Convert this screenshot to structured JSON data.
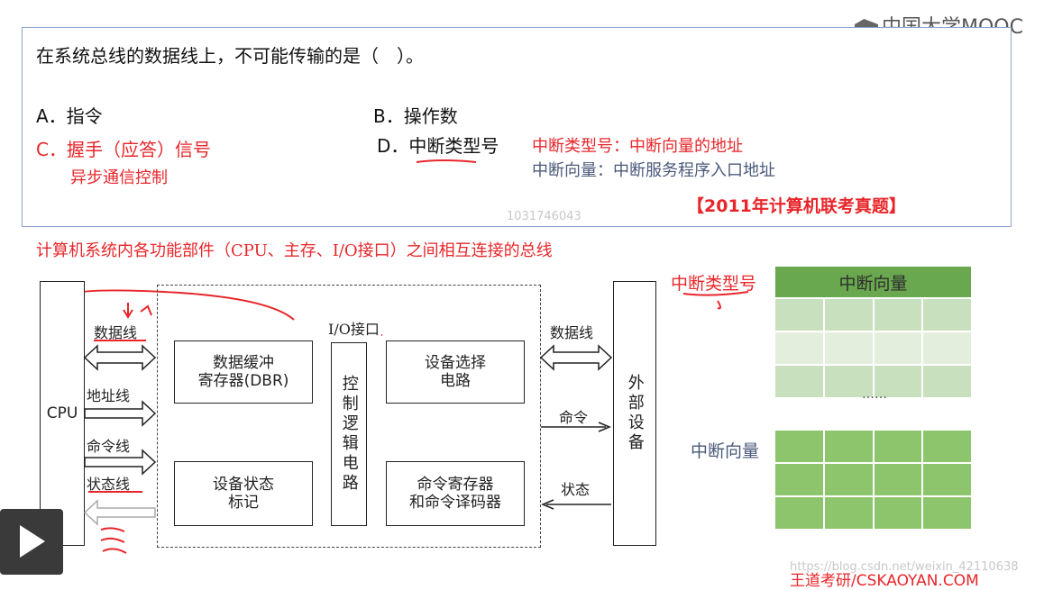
{
  "logo": {
    "text": "中国大学MOOC"
  },
  "question": {
    "stem": "在系统总线的数据线上，不可能传输的是（　）。",
    "option_a": "A．指令",
    "option_b": "B．操作数",
    "option_c": "C．握手（应答）信号",
    "option_d": "D．中断类型号",
    "note_c": "异步通信控制",
    "note_d1": "中断类型号：中断向量的地址",
    "note_d2": "中断向量：中断服务程序入口地址",
    "source": "【2011年计算机联考真题】"
  },
  "watermark_center": "1031746043",
  "diagram": {
    "caption": "计算机系统内各功能部件（CPU、主存、I/O接口）之间相互连接的总线",
    "cpu": "CPU",
    "io_label": "I/O接口",
    "dbr": "数据缓冲\n寄存器(DBR)",
    "status_flag": "设备状态\n标记",
    "control_logic": "控制逻辑电路",
    "device_select": "设备选择\n电路",
    "cmd_reg": "命令寄存器\n和命令译码器",
    "external": "外部设备",
    "data_line_left": "数据线",
    "addr_line": "地址线",
    "cmd_line": "命令线",
    "status_line": "状态线",
    "data_line_right": "数据线",
    "cmd_right": "命令",
    "status_right": "状态"
  },
  "tables": {
    "type_label": "中断类型号",
    "top_header": "中断向量",
    "ellipsis": "……",
    "bottom_label": "中断向量"
  },
  "footer": {
    "csdn": "https://blog.csdn.net/weixin_42110638",
    "brand": "王道考研/CSKAOYAN.COM"
  },
  "colors": {
    "accent_red": "#e8262a",
    "table_green_dark": "#6aa84f",
    "table_green_mid": "#8cc56c",
    "table_green_light": "#d9ead3"
  }
}
